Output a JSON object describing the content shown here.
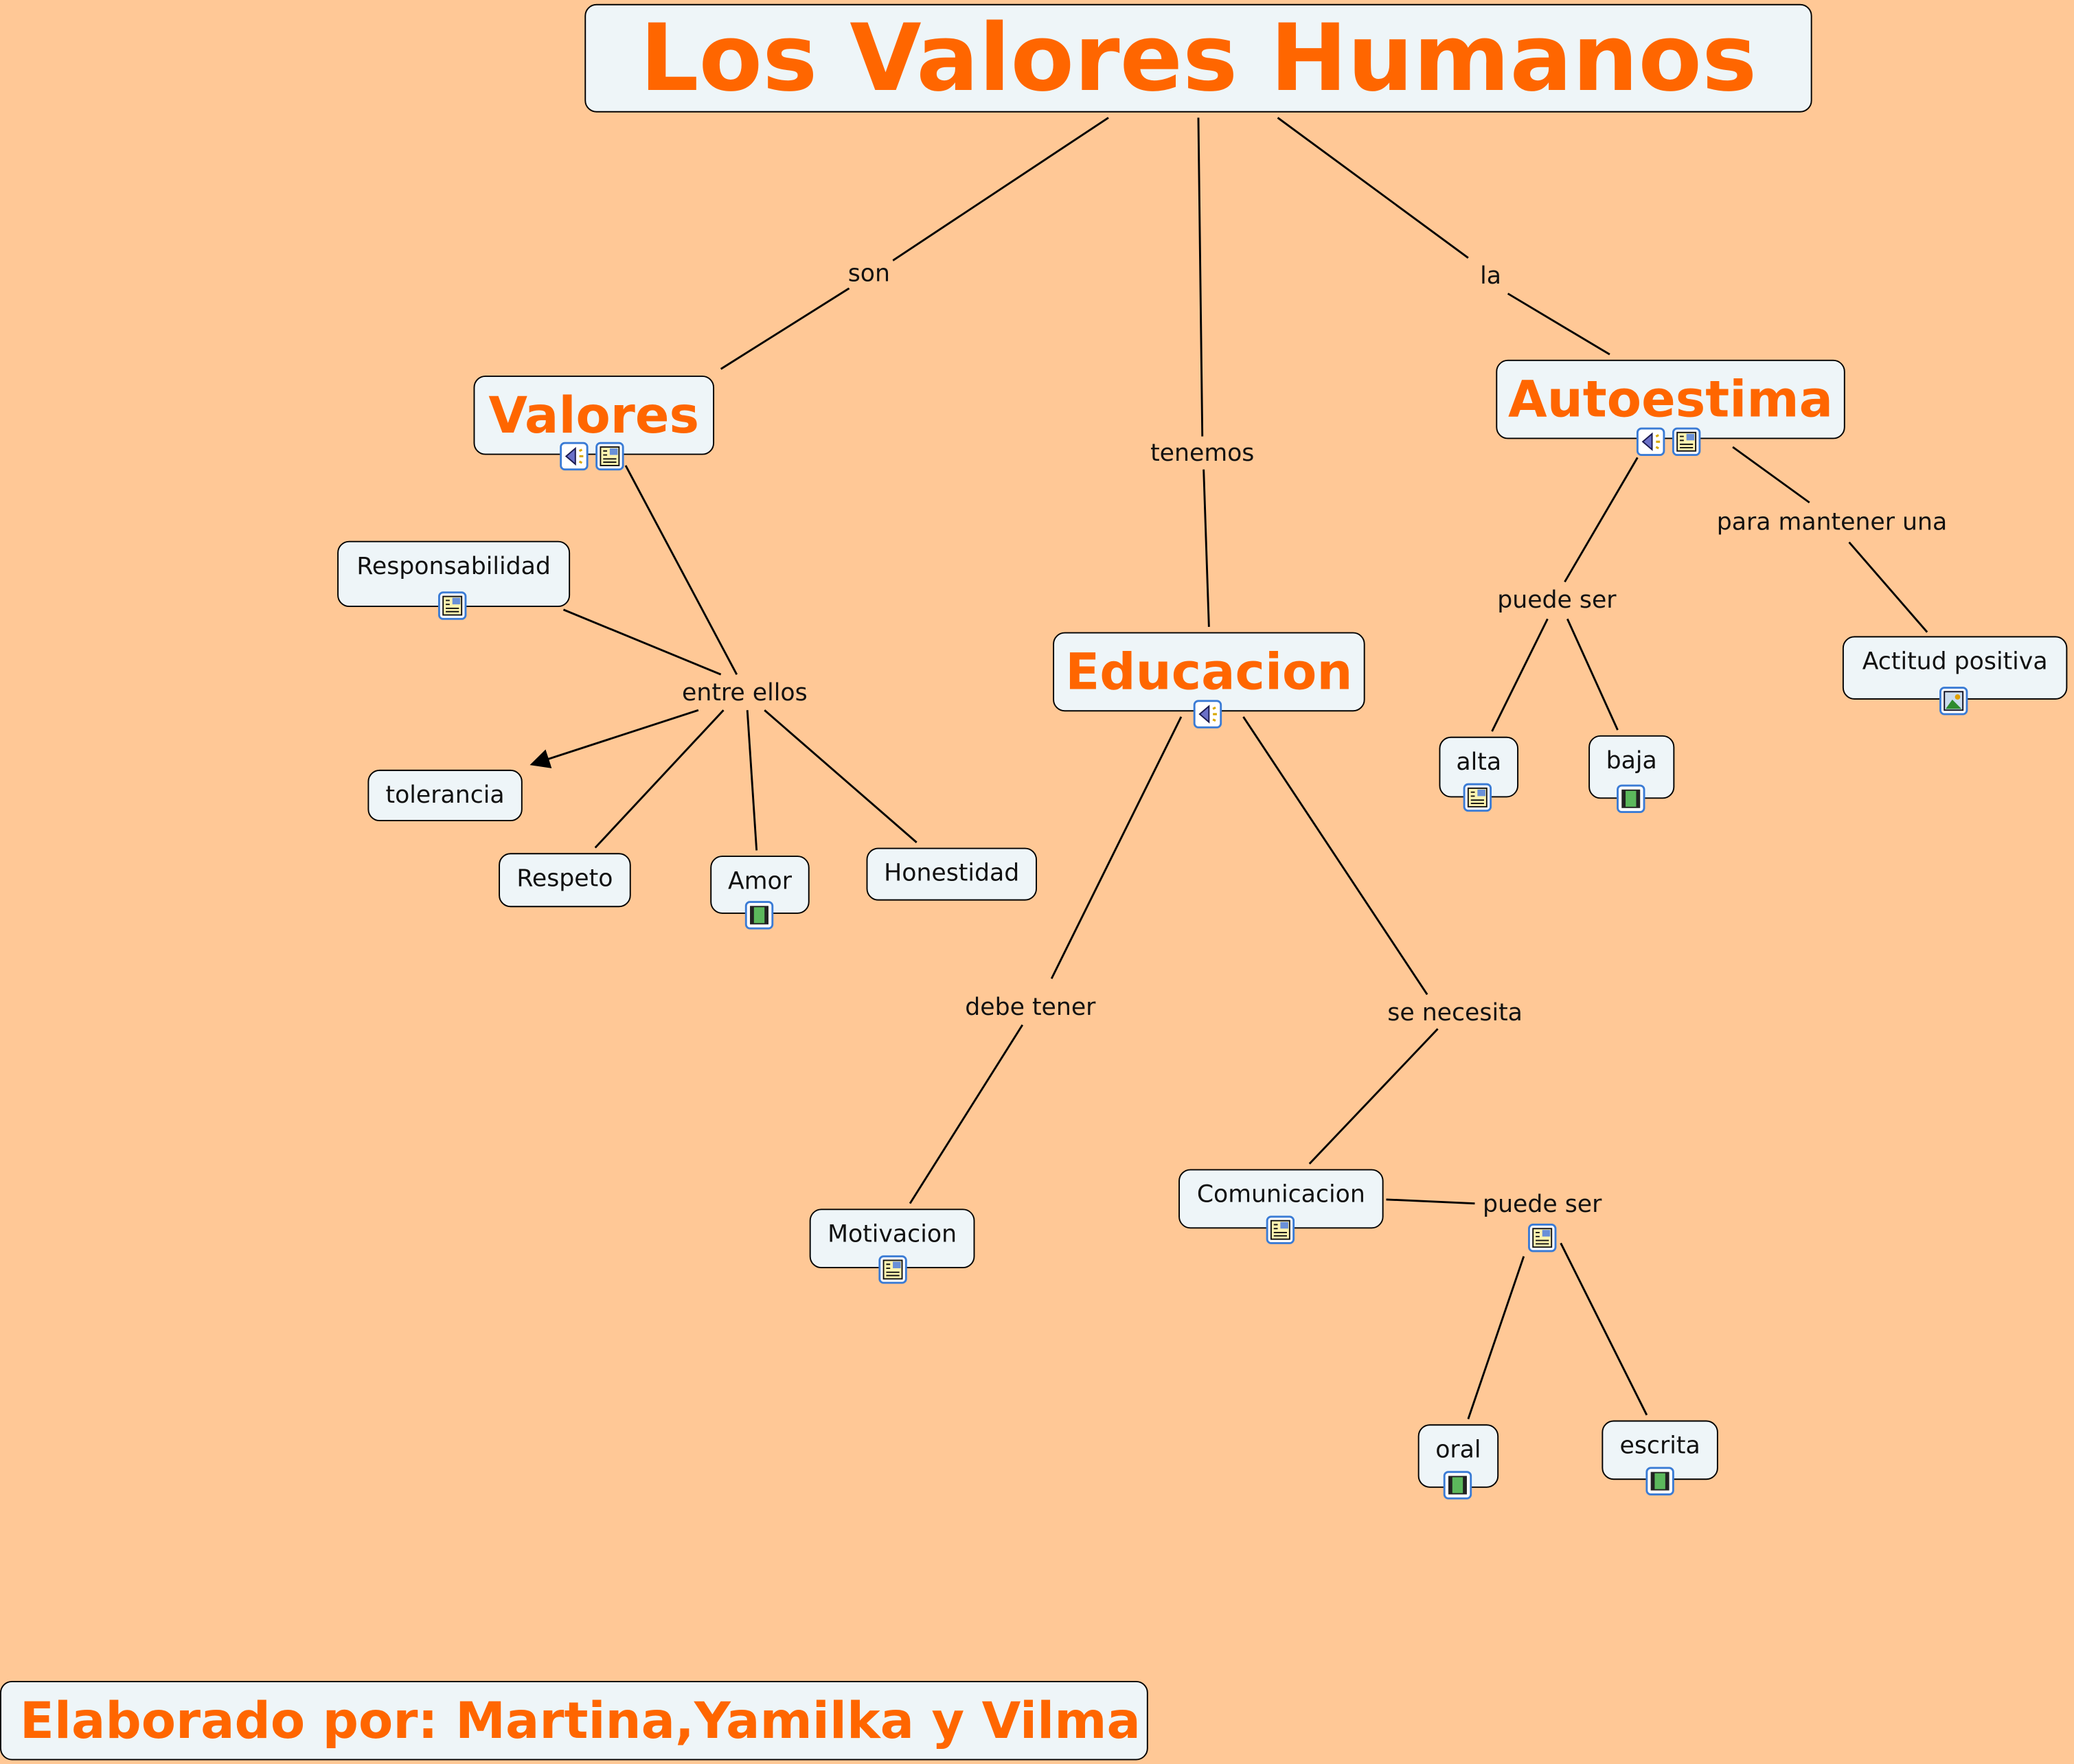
{
  "title": "Los Valores Humanos",
  "footer": "Elaborado por: Martina,Yamilka y Vilma",
  "concepts": {
    "valores": "Valores",
    "autoestima": "Autoestima",
    "educacion": "Educacion",
    "responsabilidad": "Responsabilidad",
    "tolerancia": "tolerancia",
    "respeto": "Respeto",
    "amor": "Amor",
    "honestidad": "Honestidad",
    "alta": "alta",
    "baja": "baja",
    "actitud": "Actitud positiva",
    "motivacion": "Motivacion",
    "comunicacion": "Comunicacion",
    "oral": "oral",
    "escrita": "escrita"
  },
  "links": {
    "son": "son",
    "la": "la",
    "tenemos": "tenemos",
    "entre_ellos": "entre ellos",
    "para_mantener": "para mantener una",
    "puede_ser_1": "puede ser",
    "debe_tener": "debe tener",
    "se_necesita": "se necesita",
    "puede_ser_2": "puede ser"
  },
  "colors": {
    "background": "#FFC896",
    "accent": "#FF6600",
    "node": "#EEF5F8"
  }
}
